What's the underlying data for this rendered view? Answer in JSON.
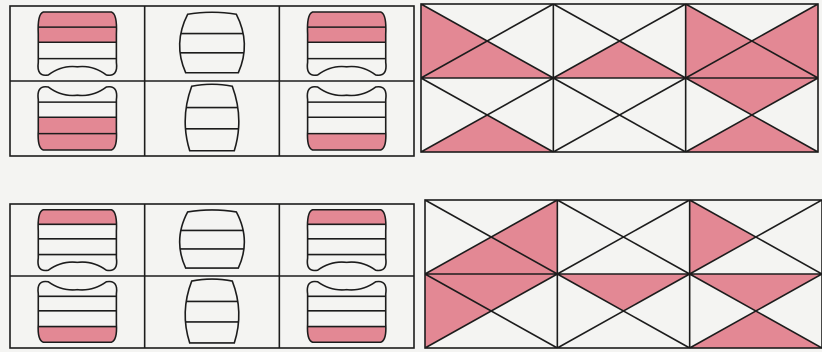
{
  "colors": {
    "paper": "#f4f4f2",
    "ink": "#1c1c1c",
    "fill": "#d8465a",
    "fill_opacity": 0.62
  },
  "panels": [
    {
      "name": "top-left-tooth-grid",
      "kind": "shape",
      "rows": [
        [
          {
            "shape": "tooth-down",
            "shaded": [
              "band1",
              "band2"
            ]
          },
          {
            "shape": "barrel",
            "shaded": []
          },
          {
            "shape": "tooth-down",
            "shaded": [
              "band1",
              "band2"
            ]
          }
        ],
        [
          {
            "shape": "tooth-up",
            "shaded": [
              "band3",
              "band4"
            ]
          },
          {
            "shape": "barrel-narrow",
            "shaded": []
          },
          {
            "shape": "tooth-up",
            "shaded": [
              "band4"
            ]
          }
        ]
      ]
    },
    {
      "name": "top-right-triangle-grid",
      "kind": "triangles",
      "rows": [
        [
          [
            "left",
            "bottom"
          ],
          [
            "bottom"
          ],
          [
            "left",
            "right",
            "bottom"
          ]
        ],
        [
          [
            "bottom"
          ],
          [],
          [
            "top",
            "bottom"
          ]
        ]
      ]
    },
    {
      "name": "bottom-left-tooth-grid",
      "kind": "shape",
      "rows": [
        [
          {
            "shape": "tooth-down",
            "shaded": [
              "band1"
            ]
          },
          {
            "shape": "barrel",
            "shaded": []
          },
          {
            "shape": "tooth-down",
            "shaded": [
              "band1"
            ]
          }
        ],
        [
          {
            "shape": "tooth-up",
            "shaded": [
              "band4"
            ]
          },
          {
            "shape": "barrel-narrow",
            "shaded": []
          },
          {
            "shape": "tooth-up",
            "shaded": [
              "band4"
            ]
          }
        ]
      ]
    },
    {
      "name": "bottom-right-triangle-grid",
      "kind": "triangles",
      "rows": [
        [
          [
            "bottom",
            "right"
          ],
          [],
          [
            "left"
          ]
        ],
        [
          [
            "left",
            "top"
          ],
          [
            "top"
          ],
          [
            "top",
            "bottom"
          ]
        ]
      ]
    }
  ]
}
